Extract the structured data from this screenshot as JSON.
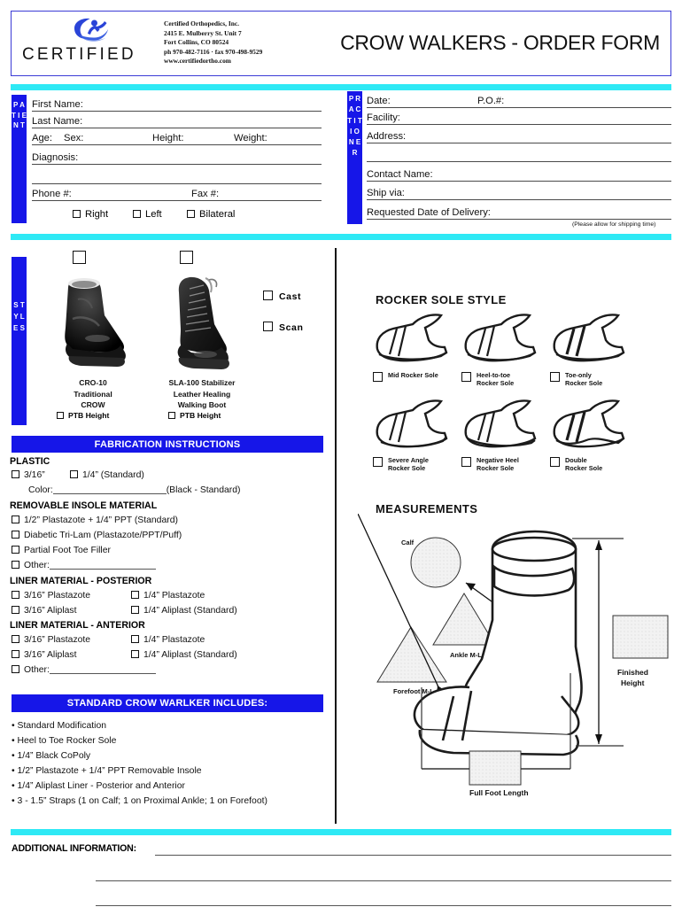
{
  "header": {
    "logo_word": "CERTIFIED",
    "logo_icon": "certified-swoosh-logo",
    "company": [
      "Certified Orthopedics, Inc.",
      "2415 E. Mulberry St. Unit 7",
      "Fort Collins, CO 80524",
      "ph 970-482-7116  ·  fax 970-498-9529",
      "www.certifiedortho.com"
    ],
    "title": "CROW WALKERS - ORDER FORM"
  },
  "colors": {
    "brand_blue": "#1616E8",
    "cyan": "#2EE9F5",
    "border_blue": "#3B3BD6",
    "text": "#111111"
  },
  "patient": {
    "tab_label": "PATIENT",
    "tab_letters": "P A T I E N T",
    "fields": [
      {
        "label": "First Name:"
      },
      {
        "label": "Last Name:"
      },
      {
        "label": "Age:"
      },
      {
        "label": "Sex:"
      },
      {
        "label": "Height:"
      },
      {
        "label": "Weight:"
      },
      {
        "label": "Diagnosis:"
      },
      {
        "label": "Phone #:"
      },
      {
        "label": "Fax #:"
      }
    ],
    "side_options": [
      {
        "label": "Right"
      },
      {
        "label": "Left"
      },
      {
        "label": "Bilateral"
      }
    ]
  },
  "practitioner": {
    "tab_label": "PRACTITIONER",
    "tab_letters": "P R A C T I T I O N E R",
    "fields": [
      {
        "label": "Date:"
      },
      {
        "label": "P.O.#:"
      },
      {
        "label": "Facility:"
      },
      {
        "label": "Address:"
      },
      {
        "label": "Contact Name:"
      },
      {
        "label": "Ship via:"
      },
      {
        "label": "Requested Date of Delivery:"
      }
    ],
    "shipping_note": "(Please allow for shipping time)"
  },
  "styles": {
    "tab_letters": "S T Y L E S",
    "items": [
      {
        "caption_lines": [
          "CRO-10",
          "Traditional",
          "CROW"
        ],
        "sub_option": "PTB Height",
        "image_name": "cro10-traditional-crow-boot-photo"
      },
      {
        "caption_lines": [
          "SLA-100 Stabilizer",
          "Leather Healing",
          "Walking Boot"
        ],
        "sub_option": "PTB Height",
        "image_name": "sla100-stabilizer-leather-healing-walking-boot-photo"
      }
    ],
    "capture_options": [
      {
        "label": "Cast"
      },
      {
        "label": "Scan"
      }
    ]
  },
  "fabrication": {
    "heading": "FABRICATION INSTRUCTIONS",
    "groups": [
      {
        "title": "PLASTIC",
        "rows": [
          {
            "type": "checks",
            "items": [
              {
                "label": "3/16”"
              },
              {
                "label": "1/4” (Standard)"
              }
            ]
          },
          {
            "type": "blank",
            "label": "Color:",
            "suffix": "(Black - Standard)"
          }
        ]
      },
      {
        "title": "REMOVABLE INSOLE MATERIAL",
        "rows": [
          {
            "type": "check",
            "label": "1/2” Plastazote + 1/4” PPT (Standard)"
          },
          {
            "type": "check",
            "label": "Diabetic Tri-Lam (Plastazote/PPT/Puff)"
          },
          {
            "type": "check",
            "label": "Partial Foot Toe Filler"
          },
          {
            "type": "check-blank",
            "label": "Other:"
          }
        ]
      },
      {
        "title": "LINER MATERIAL - POSTERIOR",
        "rows": [
          {
            "type": "checks2",
            "left": "3/16” Plastazote",
            "right": "1/4” Plastazote"
          },
          {
            "type": "checks2",
            "left": "3/16” Aliplast",
            "right": "1/4” Aliplast (Standard)"
          }
        ]
      },
      {
        "title": "LINER MATERIAL - ANTERIOR",
        "rows": [
          {
            "type": "checks2",
            "left": "3/16” Plastazote",
            "right": "1/4” Plastazote"
          },
          {
            "type": "checks2",
            "left": "3/16” Aliplast",
            "right": "1/4” Aliplast (Standard)"
          },
          {
            "type": "check-blank",
            "label": "Other:"
          }
        ]
      }
    ]
  },
  "includes": {
    "heading": "STANDARD CROW WARLKER INCLUDES:",
    "items": [
      "• Standard Modification",
      "• Heel to Toe Rocker Sole",
      "• 1/4” Black CoPoly",
      "• 1/2” Plastazote + 1/4” PPT Removable Insole",
      "• 1/4” Aliplast Liner - Posterior and Anterior",
      "• 3 - 1.5” Straps (1 on Calf; 1 on Proximal Ankle; 1 on Forefoot)"
    ]
  },
  "rocker": {
    "title": "ROCKER SOLE STYLE",
    "options": [
      {
        "lines": [
          "Mid Rocker Sole"
        ]
      },
      {
        "lines": [
          "Heel-to-toe",
          "Rocker Sole"
        ]
      },
      {
        "lines": [
          "Toe-only",
          "Rocker Sole"
        ]
      },
      {
        "lines": [
          "Severe Angle",
          "Rocker Sole"
        ]
      },
      {
        "lines": [
          "Negative Heel",
          "Rocker Sole"
        ]
      },
      {
        "lines": [
          "Double",
          "Rocker Sole"
        ]
      }
    ]
  },
  "measurements": {
    "title": "MEASUREMENTS",
    "labels": [
      {
        "text": "Calf",
        "shape": "circle"
      },
      {
        "text": "Ankle M-L",
        "shape": "triangle"
      },
      {
        "text": "Forefoot M-L",
        "shape": "triangle"
      },
      {
        "text": "Finished Height",
        "shape": "rect"
      },
      {
        "text": "Full Foot Length",
        "shape": "rect"
      }
    ],
    "finished_height_l1": "Finished",
    "finished_height_l2": "Height",
    "full_foot_length": "Full Foot Length",
    "calf": "Calf",
    "ankle": "Ankle M-L",
    "forefoot": "Forefoot M-L"
  },
  "additional": {
    "label": "ADDITIONAL INFORMATION:"
  }
}
